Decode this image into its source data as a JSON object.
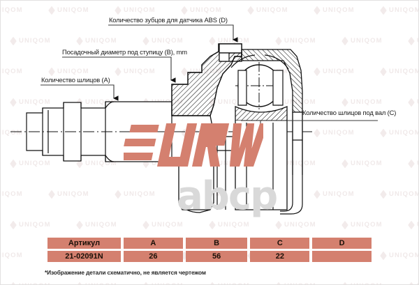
{
  "watermark": {
    "tile_text": "UNIQOM",
    "logo_text": "URW",
    "secondary_text": "abcp",
    "tile_color": "#f0e9e9",
    "logo_color": "#d4806f",
    "secondary_color": "#d9d9d9"
  },
  "diagram": {
    "title": "CV joint cross-section schematic",
    "callouts": [
      {
        "id": "abs",
        "label": "Количество зубцов для датчика ABS (D)"
      },
      {
        "id": "hub",
        "label": "Посадочный диаметр под ступицу (B), mm"
      },
      {
        "id": "spl_a",
        "label": "Количество шлицов (A)"
      },
      {
        "id": "spl_c",
        "label": "Количество шлицов под вал (C)"
      }
    ]
  },
  "table": {
    "headers": [
      "Артикул",
      "A",
      "B",
      "C",
      "D"
    ],
    "rows": [
      {
        "article": "21-02091N",
        "a": "26",
        "b": "56",
        "c": "22",
        "d": ""
      }
    ],
    "cell_color": "#d4806f"
  },
  "footnote": "*Изображение детали схематично, не является чертежом"
}
